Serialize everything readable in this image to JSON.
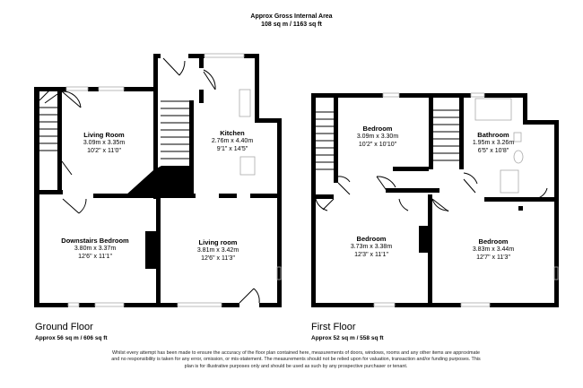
{
  "header": {
    "title": "Approx Gross Internal Area",
    "area": "108 sq m / 1163 sq ft"
  },
  "floors": [
    {
      "name": "Ground Floor",
      "area": "Approx 56 sq m / 606 sq ft",
      "rooms": [
        {
          "name": "Living Room",
          "metric": "3.09m x 3.35m",
          "imperial": "10'2\" x 11'0\""
        },
        {
          "name": "Kitchen",
          "metric": "2.76m x 4.40m",
          "imperial": "9'1\" x 14'5\""
        },
        {
          "name": "Downstairs Bedroom",
          "metric": "3.80m x 3.37m",
          "imperial": "12'6\" x 11'1\""
        },
        {
          "name": "Living room",
          "metric": "3.81m x 3.42m",
          "imperial": "12'6\" x 11'3\""
        }
      ]
    },
    {
      "name": "First Floor",
      "area": "Approx 52 sq m / 558 sq ft",
      "rooms": [
        {
          "name": "Bedroom",
          "metric": "3.09m x 3.30m",
          "imperial": "10'2\" x 10'10\""
        },
        {
          "name": "Bathroom",
          "metric": "1.95m x 3.26m",
          "imperial": "6'5\" x 10'8\""
        },
        {
          "name": "Bedroom",
          "metric": "3.73m x 3.38m",
          "imperial": "12'3\" x 11'1\""
        },
        {
          "name": "Bedroom",
          "metric": "3.83m x 3.44m",
          "imperial": "12'7\" x 11'3\""
        }
      ]
    }
  ],
  "disclaimer": "Whilst every attempt has been made to ensure the accuracy of the floor plan contained here, measurements of doors, windows, rooms and any other items are approximate and no responsibility is taken for any error, omission, or mis-statement. The measurements should not be relied upon for valuation, transaction and/or funding purposes. This plan is for illustrative purposes only and should be used as such by any prospective purchaser or tenant.",
  "colors": {
    "wall": "#000000",
    "fixture": "#b5b5b5",
    "background": "#ffffff"
  }
}
